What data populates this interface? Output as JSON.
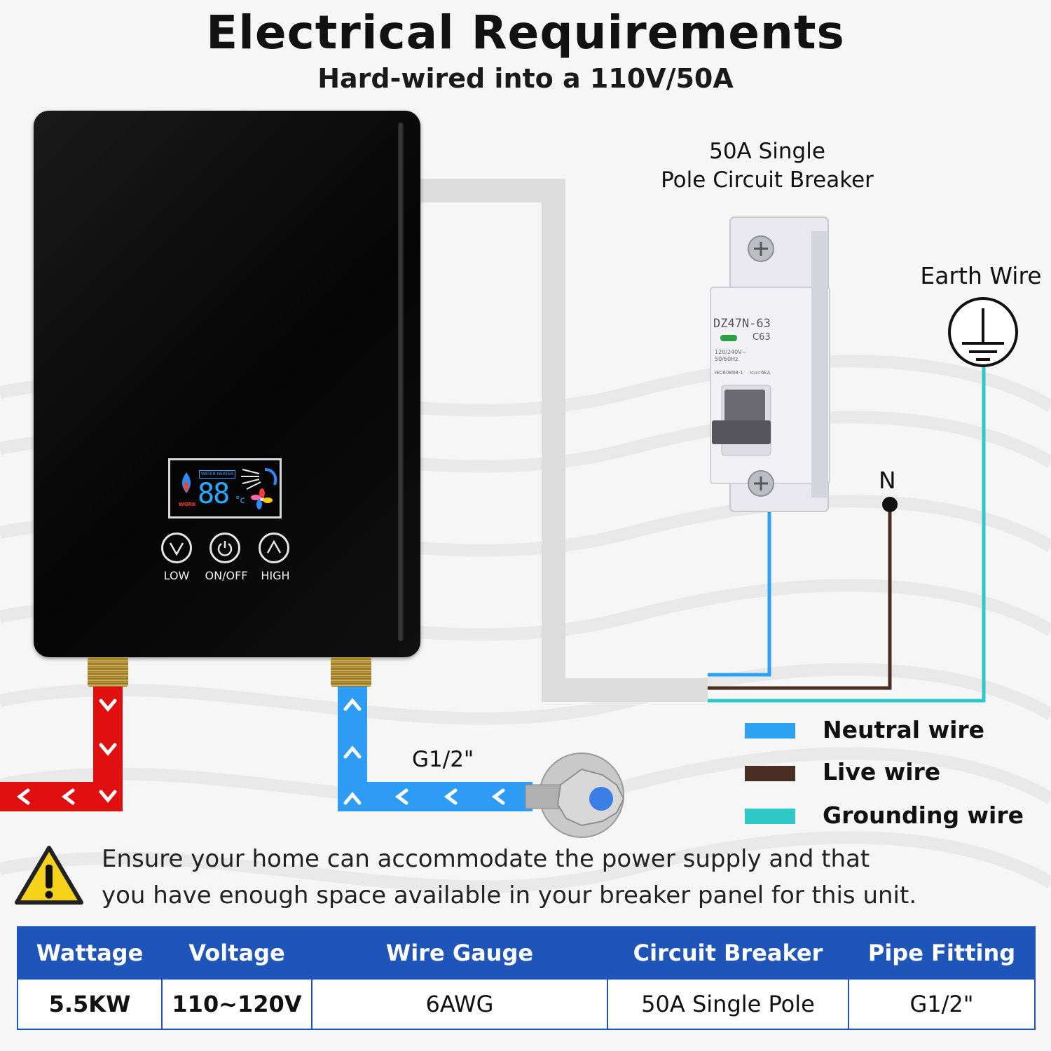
{
  "header": {
    "title": "Electrical Requirements",
    "subtitle": "Hard-wired into a 110V/50A"
  },
  "heater": {
    "display_label": "WATER HEATER",
    "display_digits": "88",
    "display_unit": "°c",
    "display_work": "WORK",
    "buttons": [
      {
        "label": "LOW",
        "icon": "chevron-down-icon"
      },
      {
        "label": "ON/OFF",
        "icon": "power-icon"
      },
      {
        "label": "HIGH",
        "icon": "chevron-up-icon"
      }
    ]
  },
  "breaker": {
    "label_line1": "50A Single",
    "label_line2": "Pole Circuit Breaker",
    "model": "DZ47N-63",
    "rating": "C63",
    "spec1": "120/240V~",
    "spec2": "50/60Hz",
    "standard": "IEC60898-1",
    "icu": "Icu=6kA"
  },
  "earth": {
    "label": "Earth Wire",
    "icon": "ground-icon"
  },
  "neutral_point": {
    "label": "N"
  },
  "pipe": {
    "label": "G1/2\""
  },
  "legend": [
    {
      "label": "Neutral wire",
      "color": "#2ea2f2"
    },
    {
      "label": "Live wire",
      "color": "#4a2f25"
    },
    {
      "label": "Grounding wire",
      "color": "#2ec8c8"
    }
  ],
  "colors": {
    "hot_pipe": "#e01010",
    "cold_pipe": "#2e9bf4",
    "conduit": "#dcdcdc",
    "table_header": "#1f54b8",
    "warning": "#f7d21a"
  },
  "warning": {
    "line1": "Ensure your home can accommodate the power supply and that",
    "line2": "you have enough space available in your breaker panel for this unit."
  },
  "spec_table": {
    "headers": [
      "Wattage",
      "Voltage",
      "Wire Gauge",
      "Circuit Breaker",
      "Pipe Fitting"
    ],
    "values": [
      "5.5KW",
      "110~120V",
      "6AWG",
      "50A Single Pole",
      "G1/2\""
    ]
  }
}
